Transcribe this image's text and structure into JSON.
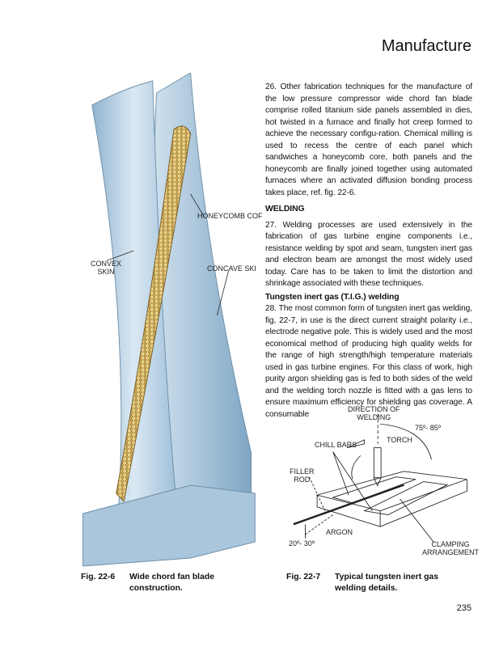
{
  "header": {
    "title": "Manufacture"
  },
  "paragraphs": {
    "p26": "26. Other fabrication techniques for the manufacture of the low pressure compressor wide chord fan blade comprise rolled titanium side panels assembled in dies, hot twisted in a furnace and finally hot creep formed to achieve the necessary configu-ration. Chemical milling is used to recess the centre of each panel which sandwiches a honeycomb core, both panels and the honeycomb are finally joined together using automated furnaces where an activated diffusion bonding process takes place, ref. fig. 22-6.",
    "welding_heading": "WELDING",
    "p27": "27. Welding processes are used extensively in the fabrication of gas turbine engine components i.e., resistance welding by spot and seam, tungsten inert gas and electron beam are amongst the most widely used today. Care has to be taken to limit the distortion and shrinkage associated with these techniques.",
    "tig_heading": "Tungsten inert gas (T.I.G.) welding",
    "p28": "28. The most common form of tungsten inert gas welding, fig, 22-7, in use is the direct current straight polarity i.e., electrode negative pole. This is widely used and the most economical method of producing high quality welds for the range of high strength/high temperature materials used in gas turbine engines. For this class of work, high purity argon shielding gas is fed to both sides of the weld and the welding torch nozzle is fitted with a gas lens to ensure maximum efficiency for shielding gas coverage. A consumable"
  },
  "fig1": {
    "labels": {
      "honeycomb": "HONEYCOMB COF",
      "convex1": "CONVEX",
      "convex2": "SKIN",
      "concave": "CONCAVE SKI"
    },
    "caption_num": "Fig. 22-6",
    "caption_text": "Wide chord fan blade construction."
  },
  "fig2": {
    "labels": {
      "direction1": "DIRECTION OF",
      "direction2": "WELDING",
      "angle_torch": "75º- 85º",
      "torch": "TORCH",
      "chill": "CHILL BARS",
      "filler1": "FILLER",
      "filler2": "ROD",
      "argon": "ARGON",
      "angle_rod": "20º- 30º",
      "clamp1": "CLAMPING",
      "clamp2": "ARRANGEMENT"
    },
    "caption_num": "Fig. 22-7",
    "caption_text": "Typical tungsten inert gas welding details."
  },
  "footer": {
    "page_number": "235"
  },
  "colors": {
    "blade": "#b9d3e6",
    "honeycomb": "#c9a24a"
  }
}
